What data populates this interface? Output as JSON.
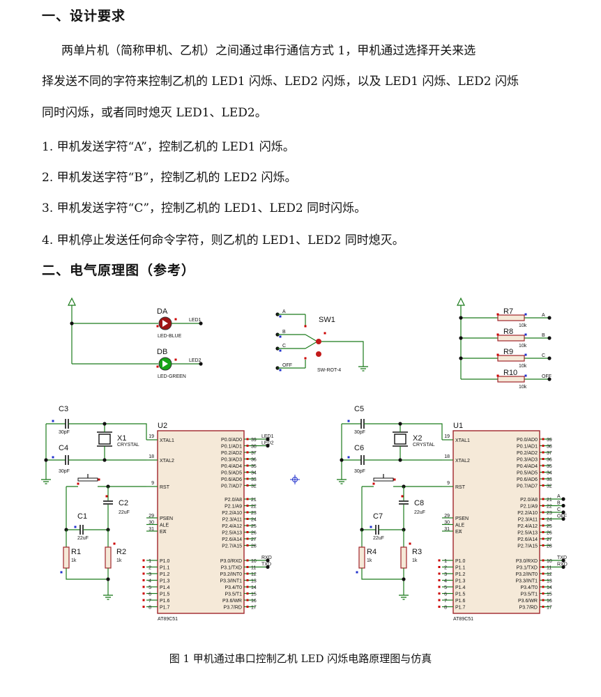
{
  "section1": {
    "heading": "一、设计要求",
    "para_lines": [
      "两单片机（简称甲机、乙机）之间通过串行通信方式 1，甲机通过选择开关来选",
      "择发送不同的字符来控制乙机的 LED1 闪烁、LED2 闪烁，以及 LED1 闪烁、LED2 闪烁",
      "同时闪烁，或者同时熄灭 LED1、LED2。"
    ],
    "items": [
      "1. 甲机发送字符“A”，控制乙机的 LED1 闪烁。",
      "2. 甲机发送字符“B”，控制乙机的 LED2 闪烁。",
      "3. 甲机发送字符“C”，控制乙机的 LED1、LED2 同时闪烁。",
      "4. 甲机停止发送任何命令字符，则乙机的 LED1、LED2 同时熄灭。"
    ]
  },
  "section2": {
    "heading": "二、电气原理图（参考）"
  },
  "figure": {
    "caption": "图 1 甲机通过串口控制乙机 LED 闪烁电路原理图与仿真",
    "colors": {
      "wire": "#1a7a1a",
      "body": "#a0242a",
      "fill": "#f5e9d8",
      "pin": "#cc0000",
      "blue": "#2030cc"
    },
    "leds": [
      {
        "ref": "DA",
        "type": "LED-BLUE",
        "net": "LED1"
      },
      {
        "ref": "DB",
        "type": "LED-GREEN",
        "net": "LED2"
      }
    ],
    "switch": {
      "ref": "SW1",
      "type": "SW-ROT-4",
      "positions": [
        "A",
        "B",
        "C",
        "OFF"
      ]
    },
    "resistor_bank": [
      {
        "ref": "R7",
        "value": "10k",
        "net": "A"
      },
      {
        "ref": "R8",
        "value": "10k",
        "net": "B"
      },
      {
        "ref": "R9",
        "value": "10k",
        "net": "C"
      },
      {
        "ref": "R10",
        "value": "10k",
        "net": "OFF"
      }
    ],
    "mcu_left": {
      "ref": "U2",
      "part": "AT89C51",
      "crystal": {
        "ref": "X1",
        "type": "CRYSTAL"
      },
      "caps": [
        {
          "ref": "C3",
          "value": "30pF"
        },
        {
          "ref": "C4",
          "value": "30pF"
        },
        {
          "ref": "C1",
          "value": "22uF"
        },
        {
          "ref": "C2",
          "value": "22uF"
        }
      ],
      "res": [
        {
          "ref": "R1",
          "value": "1k"
        },
        {
          "ref": "R2",
          "value": "1k"
        }
      ],
      "nets": {
        "p0_0": "LED1",
        "p0_1": "LED2",
        "p3_0": "RXD",
        "p3_1": "TXD"
      }
    },
    "mcu_right": {
      "ref": "U1",
      "part": "AT89C51",
      "crystal": {
        "ref": "X2",
        "type": "CRYSTAL"
      },
      "caps": [
        {
          "ref": "C5",
          "value": "30pF"
        },
        {
          "ref": "C6",
          "value": "30pF"
        },
        {
          "ref": "C7",
          "value": "22uF"
        },
        {
          "ref": "C8",
          "value": "22uF"
        }
      ],
      "res": [
        {
          "ref": "R4",
          "value": "1k"
        },
        {
          "ref": "R3",
          "value": "1k"
        }
      ],
      "nets": {
        "p2_0": "A",
        "p2_1": "B",
        "p2_2": "C",
        "p2_3": "OFF",
        "p3_0": "TXD",
        "p3_1": "RXD"
      }
    },
    "mcu_pins": {
      "xtal1": {
        "num": "19",
        "name": "XTAL1"
      },
      "xtal2": {
        "num": "18",
        "name": "XTAL2"
      },
      "rst": {
        "num": "9",
        "name": "RST"
      },
      "left_lower": [
        {
          "num": "29",
          "name": "PSEN"
        },
        {
          "num": "30",
          "name": "ALE"
        },
        {
          "num": "31",
          "name": "EA"
        }
      ],
      "port1": [
        {
          "num": "1",
          "name": "P1.0"
        },
        {
          "num": "2",
          "name": "P1.1"
        },
        {
          "num": "3",
          "name": "P1.2"
        },
        {
          "num": "4",
          "name": "P1.3"
        },
        {
          "num": "5",
          "name": "P1.4"
        },
        {
          "num": "6",
          "name": "P1.5"
        },
        {
          "num": "7",
          "name": "P1.6"
        },
        {
          "num": "8",
          "name": "P1.7"
        }
      ],
      "port0": [
        {
          "num": "39",
          "name": "P0.0/AD0"
        },
        {
          "num": "38",
          "name": "P0.1/AD1"
        },
        {
          "num": "37",
          "name": "P0.2/AD2"
        },
        {
          "num": "36",
          "name": "P0.3/AD3"
        },
        {
          "num": "35",
          "name": "P0.4/AD4"
        },
        {
          "num": "34",
          "name": "P0.5/AD5"
        },
        {
          "num": "33",
          "name": "P0.6/AD6"
        },
        {
          "num": "32",
          "name": "P0.7/AD7"
        }
      ],
      "port2": [
        {
          "num": "21",
          "name": "P2.0/A8"
        },
        {
          "num": "22",
          "name": "P2.1/A9"
        },
        {
          "num": "23",
          "name": "P2.2/A10"
        },
        {
          "num": "24",
          "name": "P2.3/A11"
        },
        {
          "num": "25",
          "name": "P2.4/A12"
        },
        {
          "num": "26",
          "name": "P2.5/A13"
        },
        {
          "num": "27",
          "name": "P2.6/A14"
        },
        {
          "num": "28",
          "name": "P2.7/A15"
        }
      ],
      "port3": [
        {
          "num": "10",
          "name": "P3.0/RXD"
        },
        {
          "num": "11",
          "name": "P3.1/TXD"
        },
        {
          "num": "12",
          "name": "P3.2/INT0"
        },
        {
          "num": "13",
          "name": "P3.3/INT1"
        },
        {
          "num": "14",
          "name": "P3.4/T0"
        },
        {
          "num": "15",
          "name": "P3.5/T1"
        },
        {
          "num": "16",
          "name": "P3.6/WR"
        },
        {
          "num": "17",
          "name": "P3.7/RD"
        }
      ]
    }
  }
}
